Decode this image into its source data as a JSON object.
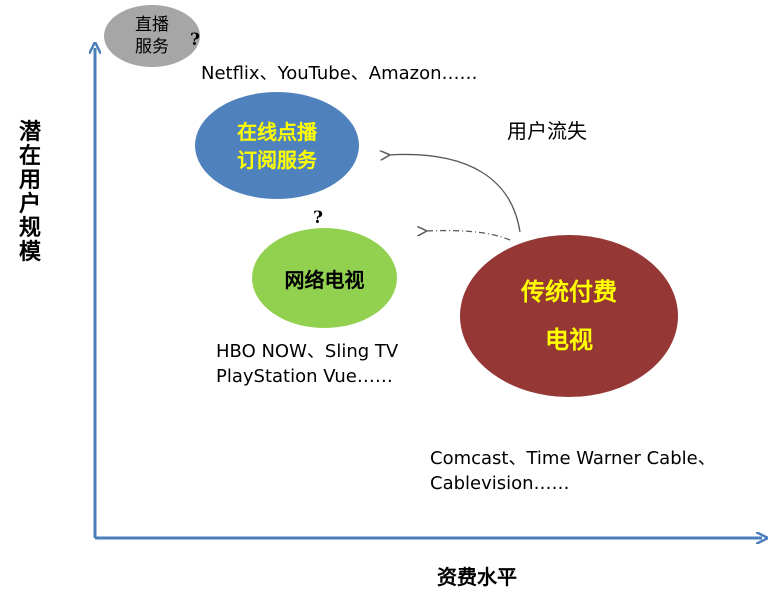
{
  "axes": {
    "y_label": "潜在用户规模",
    "x_label": "资费水平"
  },
  "ellipses": {
    "live": {
      "lines": [
        "直播",
        "服务"
      ],
      "fill": "#a6a6a6",
      "text_color": "#000000"
    },
    "svod": {
      "lines": [
        "在线点播",
        "订阅服务"
      ],
      "fill": "#4f81bd",
      "text_color": "#ffff00"
    },
    "internet_tv": {
      "lines": [
        "网络电视"
      ],
      "fill": "#92d050",
      "text_color": "#000000"
    },
    "traditional": {
      "lines": [
        "传统付费",
        "电视"
      ],
      "fill": "#953735",
      "text_color": "#ffff00"
    }
  },
  "question_marks": [
    "?",
    "?"
  ],
  "examples": {
    "svod": "Netflix、YouTube、Amazon……",
    "internet_tv_line1": "HBO NOW、Sling TV",
    "internet_tv_line2": "PlayStation Vue……",
    "traditional_line1": "Comcast、Time Warner Cable、",
    "traditional_line2": "Cablevision……"
  },
  "annotation": "用户流失",
  "colors": {
    "axis": "#4a7ebb",
    "arrow": "#595959"
  }
}
